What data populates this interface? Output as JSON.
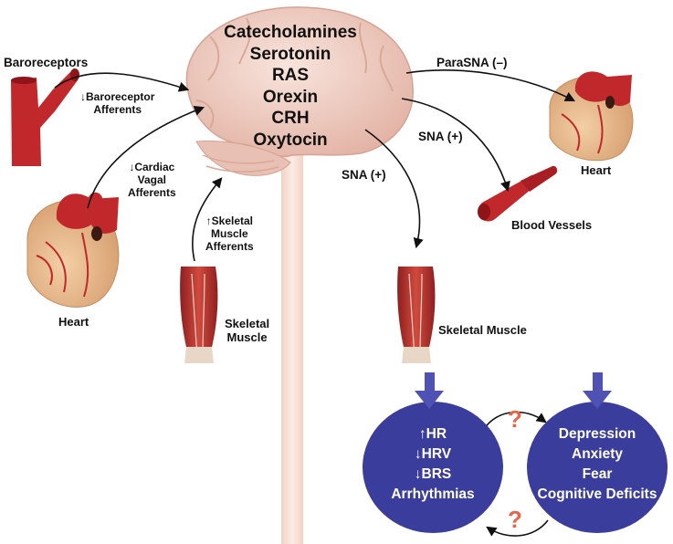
{
  "brain": {
    "items": [
      "Catecholamines",
      "Serotonin",
      "RAS",
      "Orexin",
      "CRH",
      "Oxytocin"
    ]
  },
  "inputs": {
    "baroreceptors": "Baroreceptors",
    "baroreceptor_afferents": [
      "↓Baroreceptor",
      "Afferents"
    ],
    "cardiac_vagal_afferents": [
      "↓Cardiac",
      "Vagal",
      "Afferents"
    ],
    "heart_left": "Heart",
    "skeletal_muscle_afferents": [
      "↑Skeletal",
      "Muscle",
      "Afferents"
    ],
    "skeletal_muscle_left": [
      "Skeletal",
      "Muscle"
    ]
  },
  "outputs": {
    "parasna": "ParaSNA (–)",
    "heart_right": "Heart",
    "sna_vessels": "SNA (+)",
    "blood_vessels": "Blood Vessels",
    "sna_muscle": "SNA (+)",
    "skeletal_muscle_right": "Skeletal Muscle"
  },
  "outcomes": {
    "cardiac": [
      "↑HR",
      "↓HRV",
      "↓BRS",
      "Arrhythmias"
    ],
    "psych": [
      "Depression",
      "Anxiety",
      "Fear",
      "Cognitive Deficits"
    ],
    "question_mark": "?"
  },
  "colors": {
    "outcome_ellipse": "#3a3d9c",
    "outcome_arrow": "#4f52b3",
    "question_mark": "#e8654a",
    "tissue_red": "#c0282b",
    "heart_tan": "#e8b98a",
    "brain_pink": "#f1d2c6",
    "spinal_cord": "#f6ded2"
  }
}
